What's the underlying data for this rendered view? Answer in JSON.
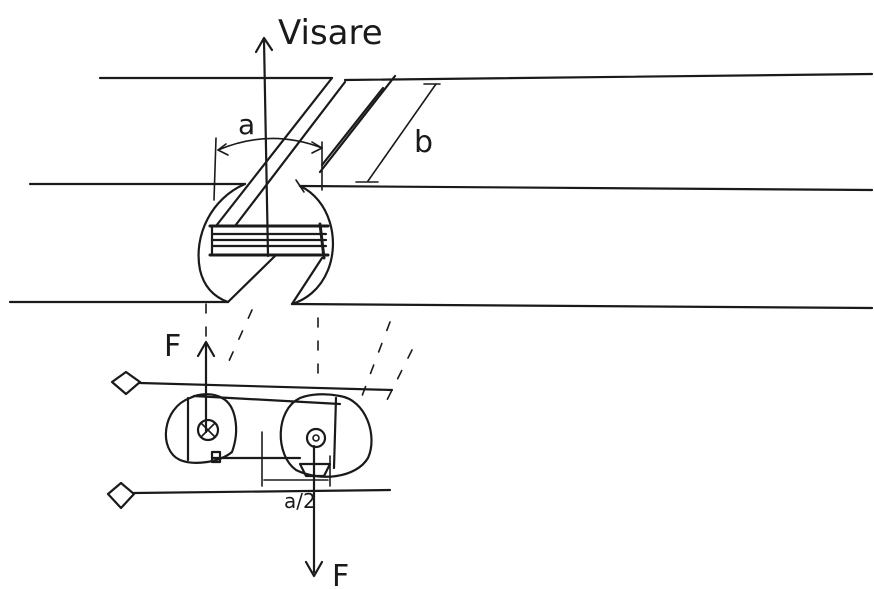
{
  "labels": {
    "velocity": "Visare",
    "width": "a",
    "depth": "b",
    "force_top": "F",
    "force_bottom": "F",
    "half_width": "a/2"
  },
  "colors": {
    "ink": "#1a1a1a",
    "paper": "#ffffff"
  }
}
